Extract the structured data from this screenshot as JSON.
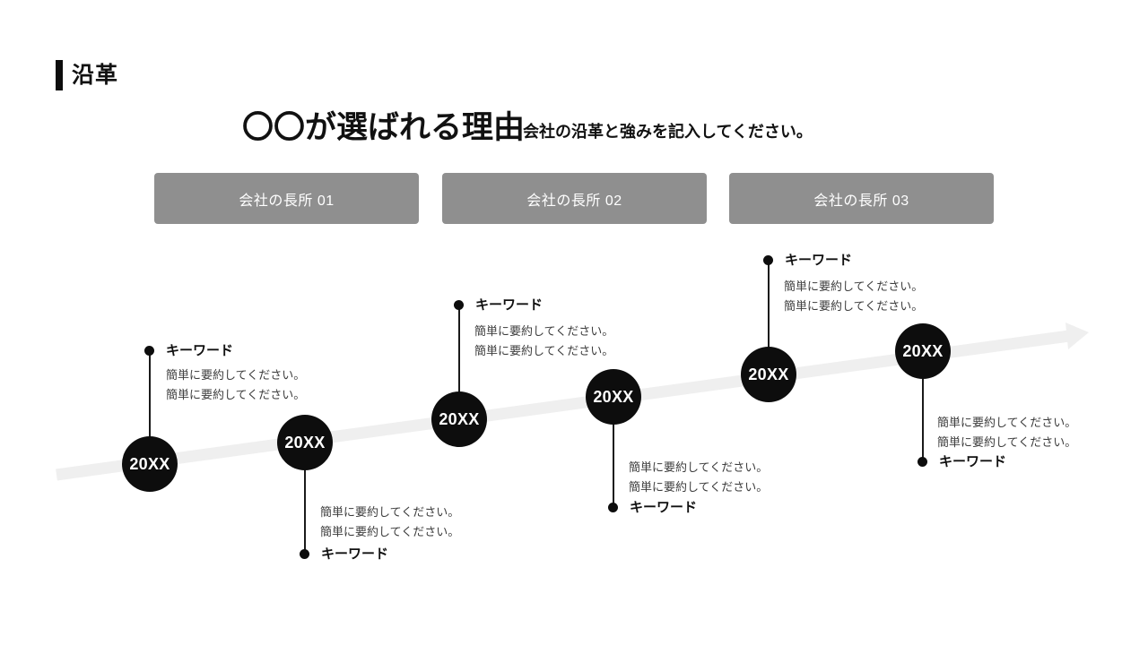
{
  "slide": {
    "section_label": "沿革",
    "title": "〇〇が選ばれる理由",
    "subtitle": "会社の沿革と強みを記入してください。"
  },
  "strengths": [
    {
      "label": "会社の長所 01"
    },
    {
      "label": "会社の長所 02"
    },
    {
      "label": "会社の長所 03"
    }
  ],
  "timeline": {
    "nodes": [
      {
        "year": "20XX",
        "keyword": "キーワード",
        "descriptions": [
          "簡単に要約してください。",
          "簡単に要約してください。"
        ],
        "label_position": "above"
      },
      {
        "year": "20XX",
        "keyword": "キーワード",
        "descriptions": [
          "簡単に要約してください。",
          "簡単に要約してください。"
        ],
        "label_position": "below"
      },
      {
        "year": "20XX",
        "keyword": "キーワード",
        "descriptions": [
          "簡単に要約してください。",
          "簡単に要約してください。"
        ],
        "label_position": "above"
      },
      {
        "year": "20XX",
        "keyword": "キーワード",
        "descriptions": [
          "簡単に要約してください。",
          "簡単に要約してください。"
        ],
        "label_position": "below"
      },
      {
        "year": "20XX",
        "keyword": "キーワード",
        "descriptions": [
          "簡単に要約してください。",
          "簡単に要約してください。"
        ],
        "label_position": "above"
      },
      {
        "year": "20XX",
        "keyword": "キーワード",
        "descriptions": [
          "簡単に要約してください。",
          "簡単に要約してください。"
        ],
        "label_position": "below"
      }
    ]
  },
  "colors": {
    "accent_black": "#0d0d0d",
    "arrow_gray": "#efefef",
    "box_gray": "#8f8f8f",
    "text_black": "#111111",
    "desc_gray": "#3d3d3d",
    "year_white": "#ffffff"
  }
}
